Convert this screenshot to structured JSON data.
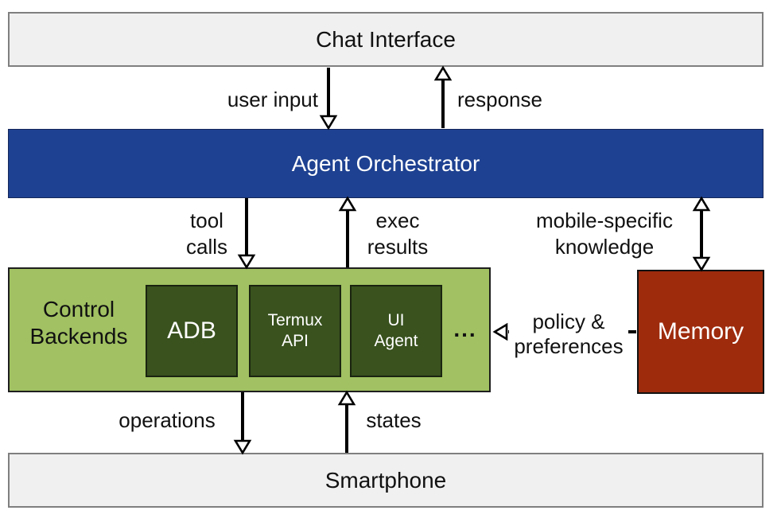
{
  "colors": {
    "box_fill_gray": "#f0f0f0",
    "box_border_gray": "#7f7f7f",
    "orchestrator_blue": "#1e4191",
    "backends_light_green": "#a1c162",
    "backend_dark_green": "#39521e",
    "memory_red": "#9e2b0c",
    "arrow_black": "#000000"
  },
  "boxes": {
    "chat_interface": {
      "label": "Chat Interface"
    },
    "agent_orchestrator": {
      "label": "Agent Orchestrator"
    },
    "control_backends": {
      "label_line1": "Control",
      "label_line2": "Backends"
    },
    "adb": {
      "label": "ADB"
    },
    "termux_api": {
      "label_line1": "Termux",
      "label_line2": "API"
    },
    "ui_agent": {
      "label_line1": "UI",
      "label_line2": "Agent"
    },
    "more_backends": {
      "label": "..."
    },
    "memory": {
      "label": "Memory"
    },
    "smartphone": {
      "label": "Smartphone"
    }
  },
  "edges": {
    "user_input": {
      "label": "user input"
    },
    "response": {
      "label": "response"
    },
    "tool_calls": {
      "label_line1": "tool",
      "label_line2": "calls"
    },
    "exec_results": {
      "label_line1": "exec",
      "label_line2": "results"
    },
    "mobile_specific_knowledge": {
      "label_line1": "mobile-specific",
      "label_line2": "knowledge"
    },
    "policy_preferences": {
      "label_line1": "policy &",
      "label_line2": "preferences"
    },
    "operations": {
      "label": "operations"
    },
    "states": {
      "label": "states"
    }
  }
}
